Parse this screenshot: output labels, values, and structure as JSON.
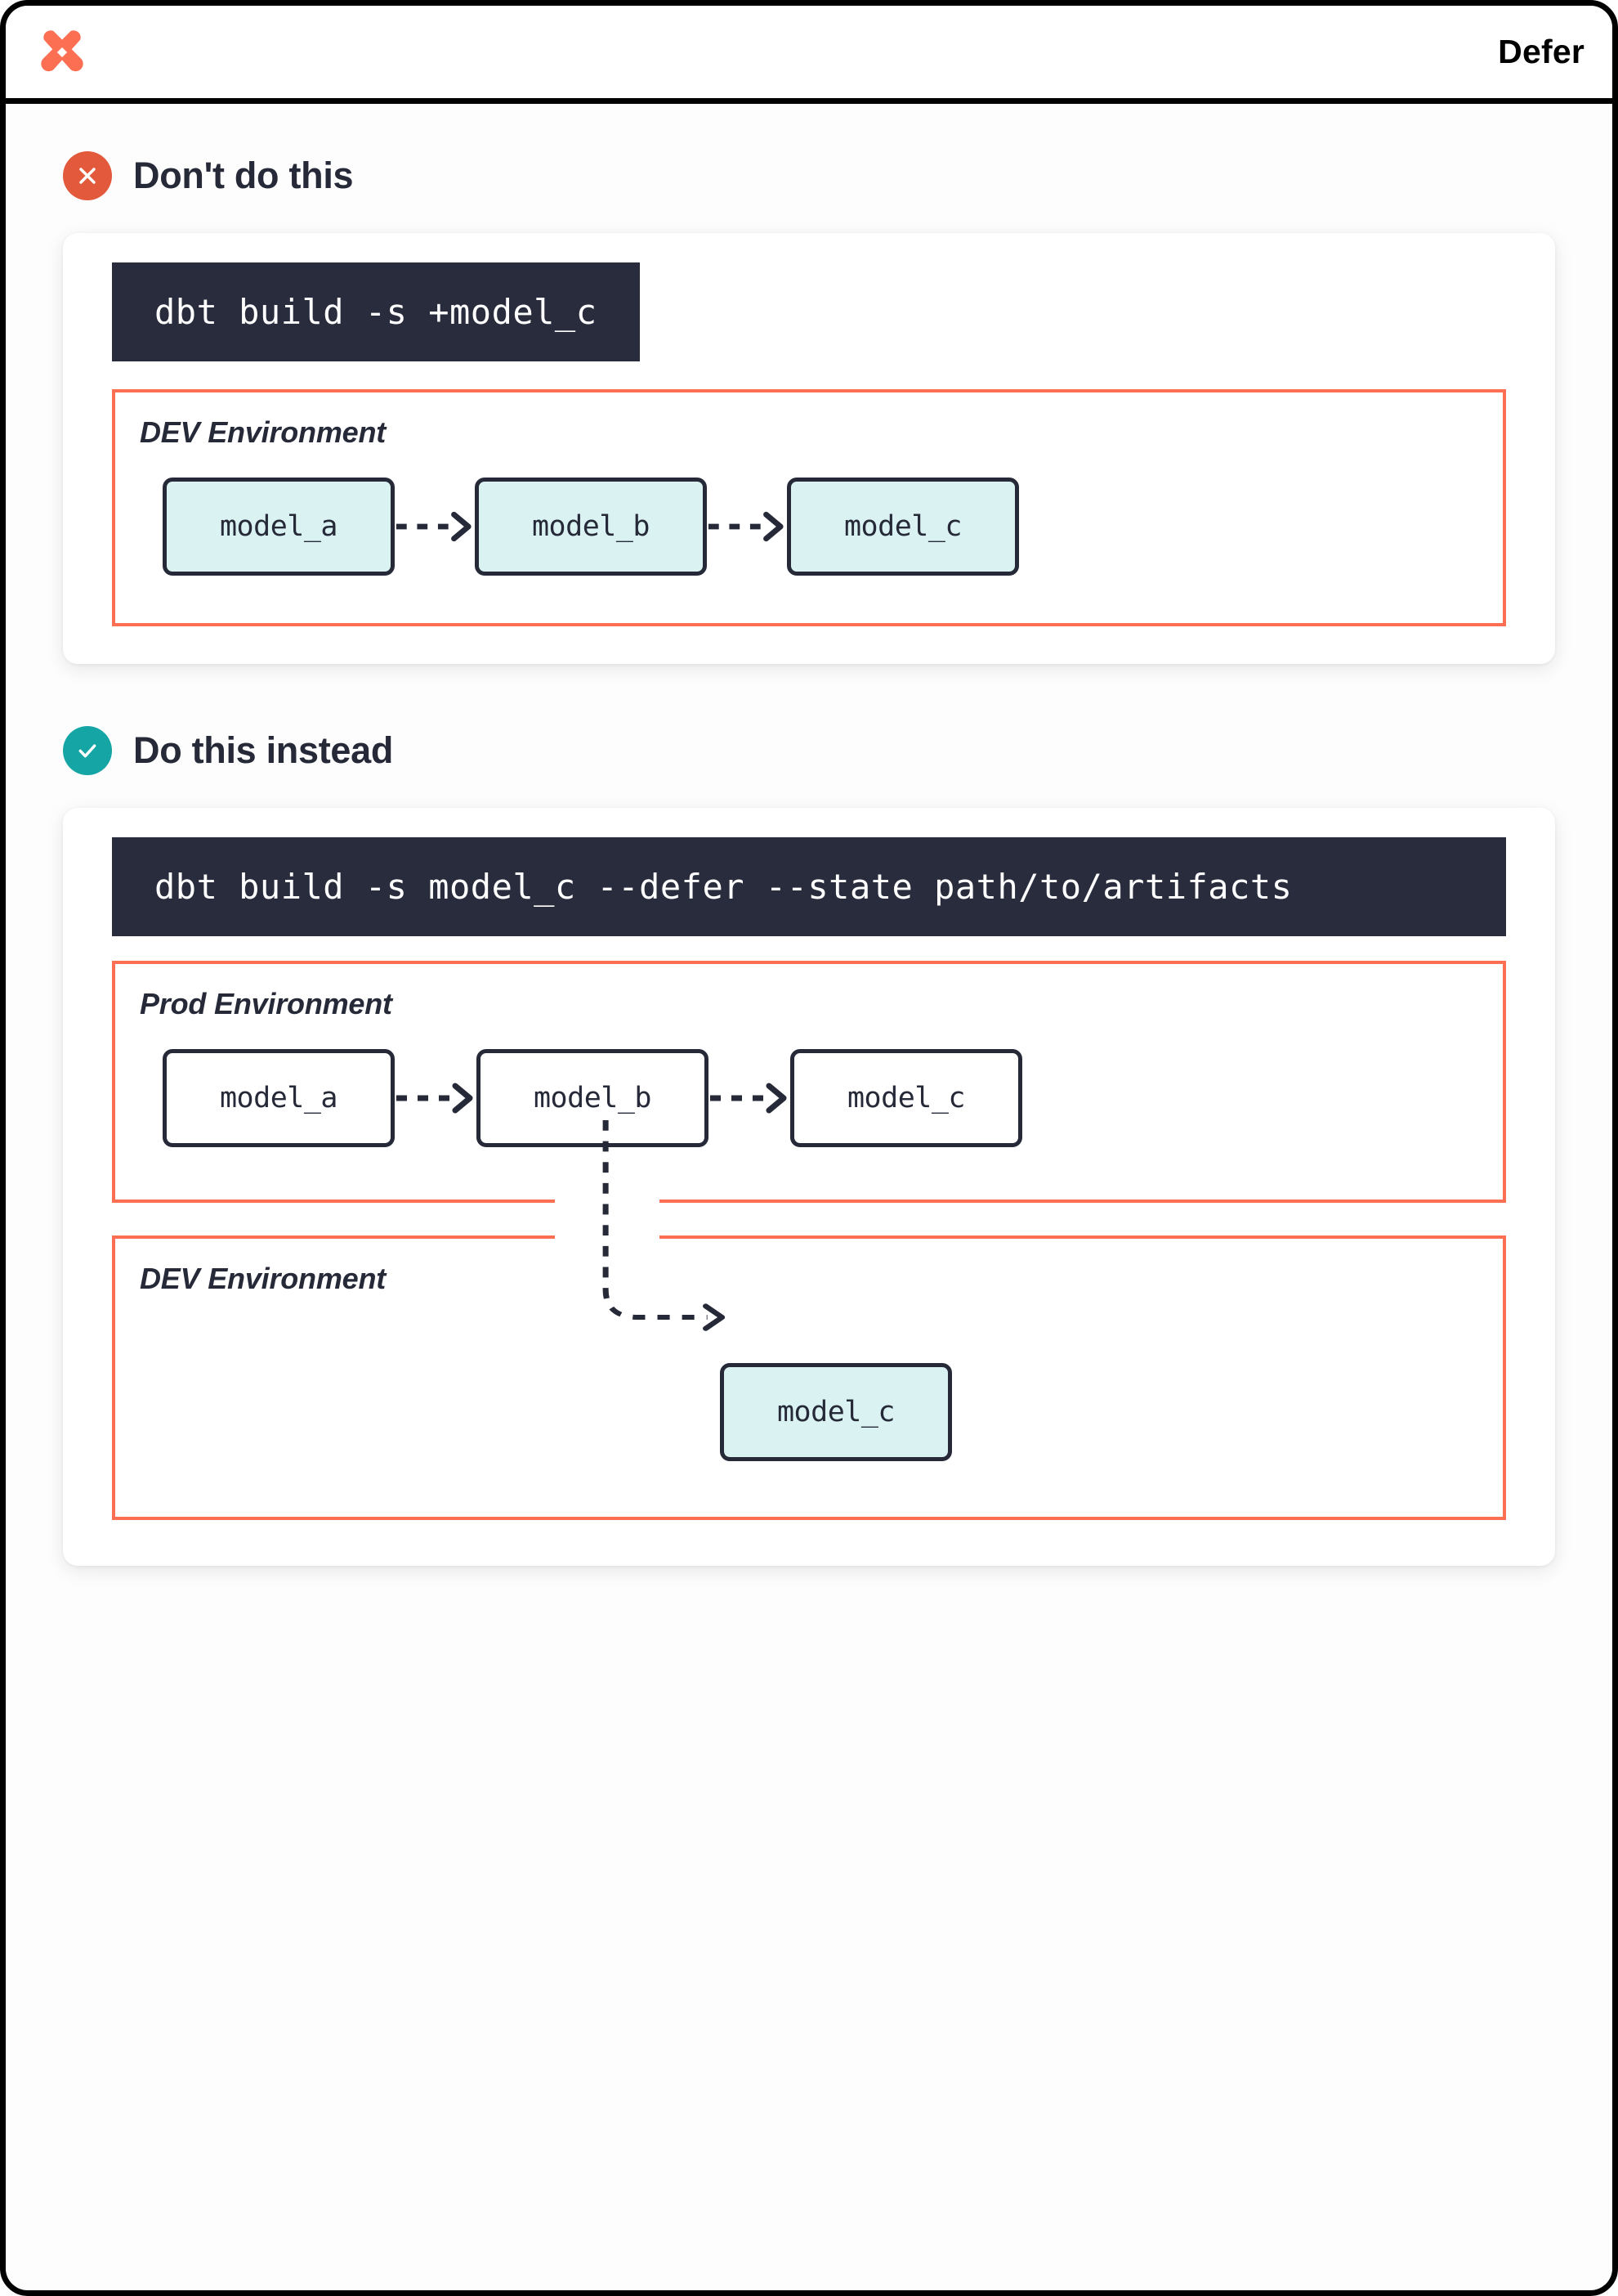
{
  "header": {
    "logo_icon": "dbt-logo-icon",
    "title": "Defer"
  },
  "colors": {
    "accent_orange": "#fd6f52",
    "bad_badge": "#e2593c",
    "good_badge": "#16a5a5",
    "node_fill": "#daf2f2",
    "ink": "#262a38",
    "code_bg": "#282c3c"
  },
  "sections": [
    {
      "badge_icon": "x-circle-icon",
      "title": "Don't do this",
      "command": "dbt build -s +model_c",
      "environments": [
        {
          "label": "DEV Environment",
          "nodes": [
            {
              "label": "model_a",
              "filled": true
            },
            {
              "label": "model_b",
              "filled": true
            },
            {
              "label": "model_c",
              "filled": true
            }
          ]
        }
      ]
    },
    {
      "badge_icon": "check-circle-icon",
      "title": "Do this instead",
      "command": "dbt build -s model_c --defer --state path/to/artifacts",
      "environments": [
        {
          "label": "Prod Environment",
          "nodes": [
            {
              "label": "model_a",
              "filled": false
            },
            {
              "label": "model_b",
              "filled": false
            },
            {
              "label": "model_c",
              "filled": false
            }
          ]
        },
        {
          "label": "DEV Environment",
          "nodes": [
            {
              "label": "model_c",
              "filled": true
            }
          ]
        }
      ]
    }
  ]
}
